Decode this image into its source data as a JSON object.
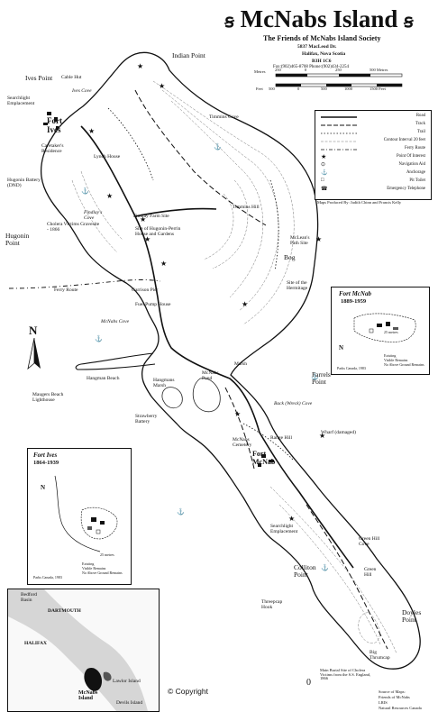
{
  "title": "McNabs Island",
  "ornament": "ꞩ",
  "society": "The Friends of McNabs Island Society",
  "address": [
    "5837 MacLeod Dr.",
    "Halifax, Nova Scotia",
    "B3H 1C6"
  ],
  "phone": "Fax:(902)465-8708  Phone:(902)434-2254",
  "scale": {
    "metres_label": "Metres",
    "metres_ticks": [
      "250",
      "0",
      "250",
      "500 Metres"
    ],
    "feet_label": "Feet",
    "feet_ticks": [
      "500",
      "0",
      "500",
      "1000",
      "1500 Feet"
    ]
  },
  "legend": {
    "rows": [
      "Road",
      "Track",
      "Trail",
      "Contour Interval 20 feet",
      "Ferry Route",
      "Point Of Interest",
      "Navigation Aid",
      "Anchorage",
      "Pit Toilet",
      "Emergency Telephone"
    ],
    "credit": "Maps Produced By: Judith Chinn and Francis Kelly"
  },
  "north": "N",
  "labels": {
    "indian_point": "Indian Point",
    "timmins_cove": "Timmins Cove",
    "ives_point": "Ives Point",
    "cable_hut": "Cable Hut",
    "ives_cove": "Ives Cove",
    "searchlight": "Searchlight Emplacement",
    "fort_ives": "Fort Ives",
    "caretaker": "Caretaker's Residence",
    "hugonin_battery": "Hugonin Battery (DND)",
    "hugonin_point": "Hugonin Point",
    "cholera": "Cholera Victims Gravesite - 1866",
    "findlays_cove": "Findlay's Cove",
    "ferry_route": "Ferry Route",
    "garrison_pier": "Garrison Pier",
    "fuel_pump": "Fuel Pump House",
    "mcnabs_cove": "McNabs Cove",
    "timmins_hill": "Timmins Hill",
    "bog": "Bog",
    "mcleans_path": "McLean's Path Site",
    "hermitage": "Site of the Hermitage",
    "farrels_point": "Farrels Point",
    "back_cove": "Back (Wreck) Cove",
    "wharf": "Wharf (damaged)",
    "maugers_beach": "Maugers Beach Lighthouse",
    "hangman_beach": "Hangman Beach",
    "hangmans_marsh": "Hangmans Marsh",
    "mcnabs_pond": "McNabs Pond",
    "strawberry": "Strawberry Battery",
    "mcnabs_cemetery": "McNabs Cemetery",
    "range_hill": "Range Hill",
    "fort_mcnab": "Fort McNab",
    "searchlight2": "Searchlight Emplacement",
    "green_hill_cove": "Green Hill Cove",
    "green_hill": "Green Hill",
    "colliton_point": "Colliton Point",
    "threepcap": "Threepcap Hook",
    "doyles_point": "Doyles Point",
    "big_thrumcap": "Big Thrumcap",
    "marsh": "Marsh",
    "lynch_house": "Lynch House",
    "tsumis": "Site of Hugonin-Perrin House and Gardens",
    "findlay_farm": "Findlay Farm Site"
  },
  "inset_mcnab": {
    "title": "Fort McNab",
    "years": "1889-1959",
    "legend": [
      "Existing",
      "Visible Remains",
      "No Above Ground Remains"
    ],
    "north": "N",
    "scale": "25 metres",
    "credit": "Parks Canada, 1983"
  },
  "inset_ives": {
    "title": "Fort Ives",
    "years": "1864-1939",
    "legend": [
      "Existing",
      "Visible Remains",
      "No Above Ground Remains"
    ],
    "north": "N",
    "scale": "25 metres",
    "credit": "Parks Canada, 1983"
  },
  "inset_region": {
    "bedford": "Bedford Basin",
    "dartmouth": "DARTMOUTH",
    "halifax": "HALIFAX",
    "mcnabs": "McNabs Island",
    "lawlor": "Lawlor Island",
    "devils": "Devils Island"
  },
  "cholera_note": "Main Burial Site of Cholera Victims from the S.S. England, 1866",
  "sources": [
    "Source of Maps:",
    "Friends of McNabs",
    "LRIS",
    "Natural Resources Canada"
  ],
  "copyright": "© Copyright"
}
